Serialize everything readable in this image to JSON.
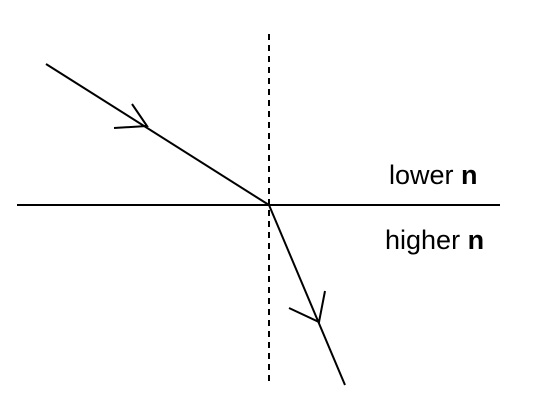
{
  "media": {
    "upper": {
      "text": "lower",
      "symbol": "n"
    },
    "lower": {
      "text": "higher",
      "symbol": "n"
    }
  },
  "colors": {
    "stroke": "#000000",
    "background": "#ffffff"
  }
}
